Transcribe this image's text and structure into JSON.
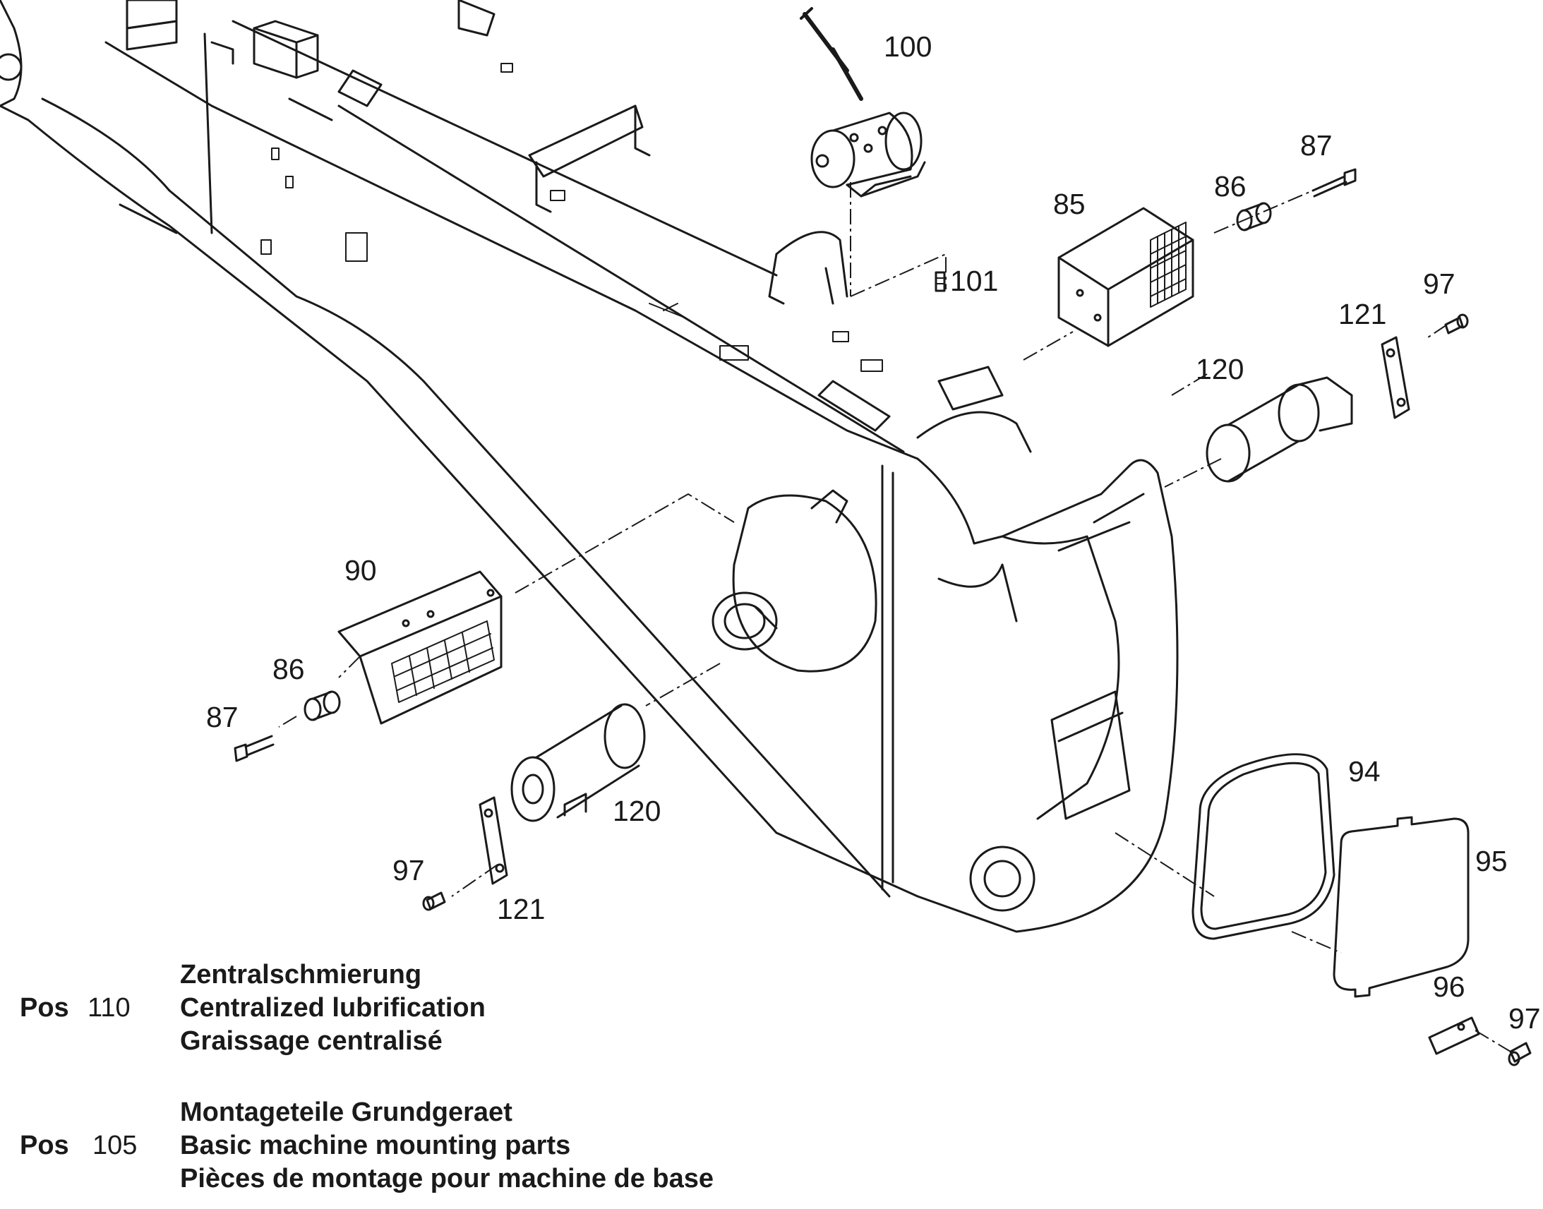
{
  "callouts": {
    "c100": "100",
    "c101": "101",
    "c85": "85",
    "c86a": "86",
    "c87a": "87",
    "c97a": "97",
    "c121a": "121",
    "c120a": "120",
    "c90": "90",
    "c86b": "86",
    "c87b": "87",
    "c120b": "120",
    "c97b": "97",
    "c121b": "121",
    "c94": "94",
    "c95": "95",
    "c96": "96",
    "c97c": "97"
  },
  "legend": [
    {
      "pos_label": "Pos",
      "pos_number": "110",
      "lines": [
        "Zentralschmierung",
        "Centralized lubrification",
        "Graissage centralisé"
      ]
    },
    {
      "pos_label": "Pos",
      "pos_number": "105",
      "lines": [
        "Montageteile Grundgeraet",
        "Basic machine mounting parts",
        "Pièces de montage pour machine de base"
      ]
    }
  ]
}
